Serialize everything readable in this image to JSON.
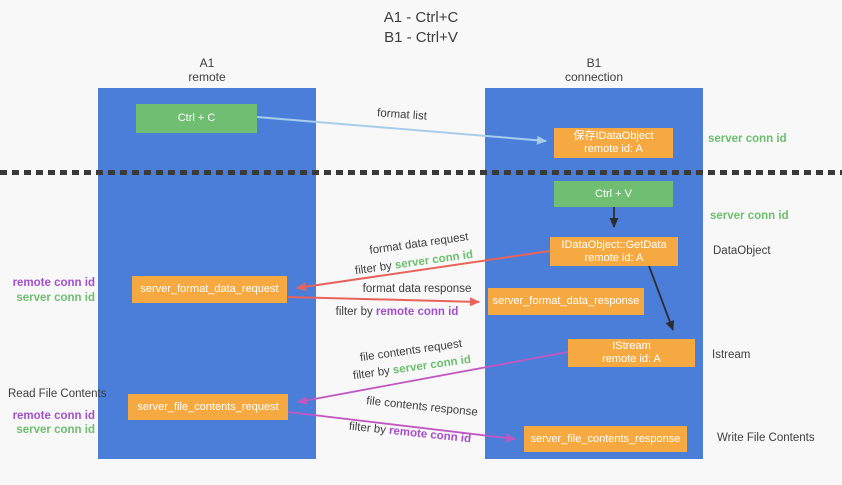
{
  "title": {
    "line1": "A1 - Ctrl+C",
    "line2": "B1 - Ctrl+V"
  },
  "columns": {
    "a1": {
      "name": "A1",
      "sub": "remote"
    },
    "b1": {
      "name": "B1",
      "sub": "connection"
    }
  },
  "nodes": {
    "ctrl_c": {
      "label": "Ctrl + C"
    },
    "save_dataobject": {
      "line1": "保存IDataObject",
      "line2": "remote id: A"
    },
    "ctrl_v": {
      "label": "Ctrl + V"
    },
    "getdata": {
      "line1": "IDataObject::GetData",
      "line2": "remote id: A"
    },
    "format_request": {
      "label": "server_format_data_request"
    },
    "format_response": {
      "label": "server_format_data_response"
    },
    "istream": {
      "line1": "IStream",
      "line2": "remote id: A"
    },
    "file_request": {
      "label": "server_file_contents_request"
    },
    "file_response": {
      "label": "server_file_contents_response"
    }
  },
  "edge_labels": {
    "format_list": "format list",
    "format_data_request": "format data request",
    "format_data_response": "format data response",
    "file_contents_request": "file contents request",
    "file_contents_response": "file contents response",
    "filter_by": "filter by ",
    "server_conn_id": "server conn id",
    "remote_conn_id": "remote conn id"
  },
  "side_labels": {
    "server_conn_id_right_1": "server conn id",
    "server_conn_id_right_2": "server conn id",
    "dataobject": "DataObject",
    "istream": "Istream",
    "write_file_contents": "Write File Contents",
    "read_file_contents": "Read File Contents",
    "remote_conn_id_left_1": "remote conn id",
    "server_conn_id_left_1": "server conn id",
    "remote_conn_id_left_2": "remote conn id",
    "server_conn_id_left_2": "server conn id"
  },
  "colors": {
    "page_bg": "#f8f8f8",
    "column_blue": "#4a7ed9",
    "box_green": "#6fbe72",
    "box_orange": "#f7a941",
    "arrow_red": "#e8635c",
    "arrow_magenta": "#c158c1",
    "arrow_blue": "#a6cdec",
    "arrow_black": "#2d2d2d",
    "text_green": "#6dbe6f",
    "text_purple": "#a44fc9",
    "text_dark": "#3d3d3d"
  }
}
